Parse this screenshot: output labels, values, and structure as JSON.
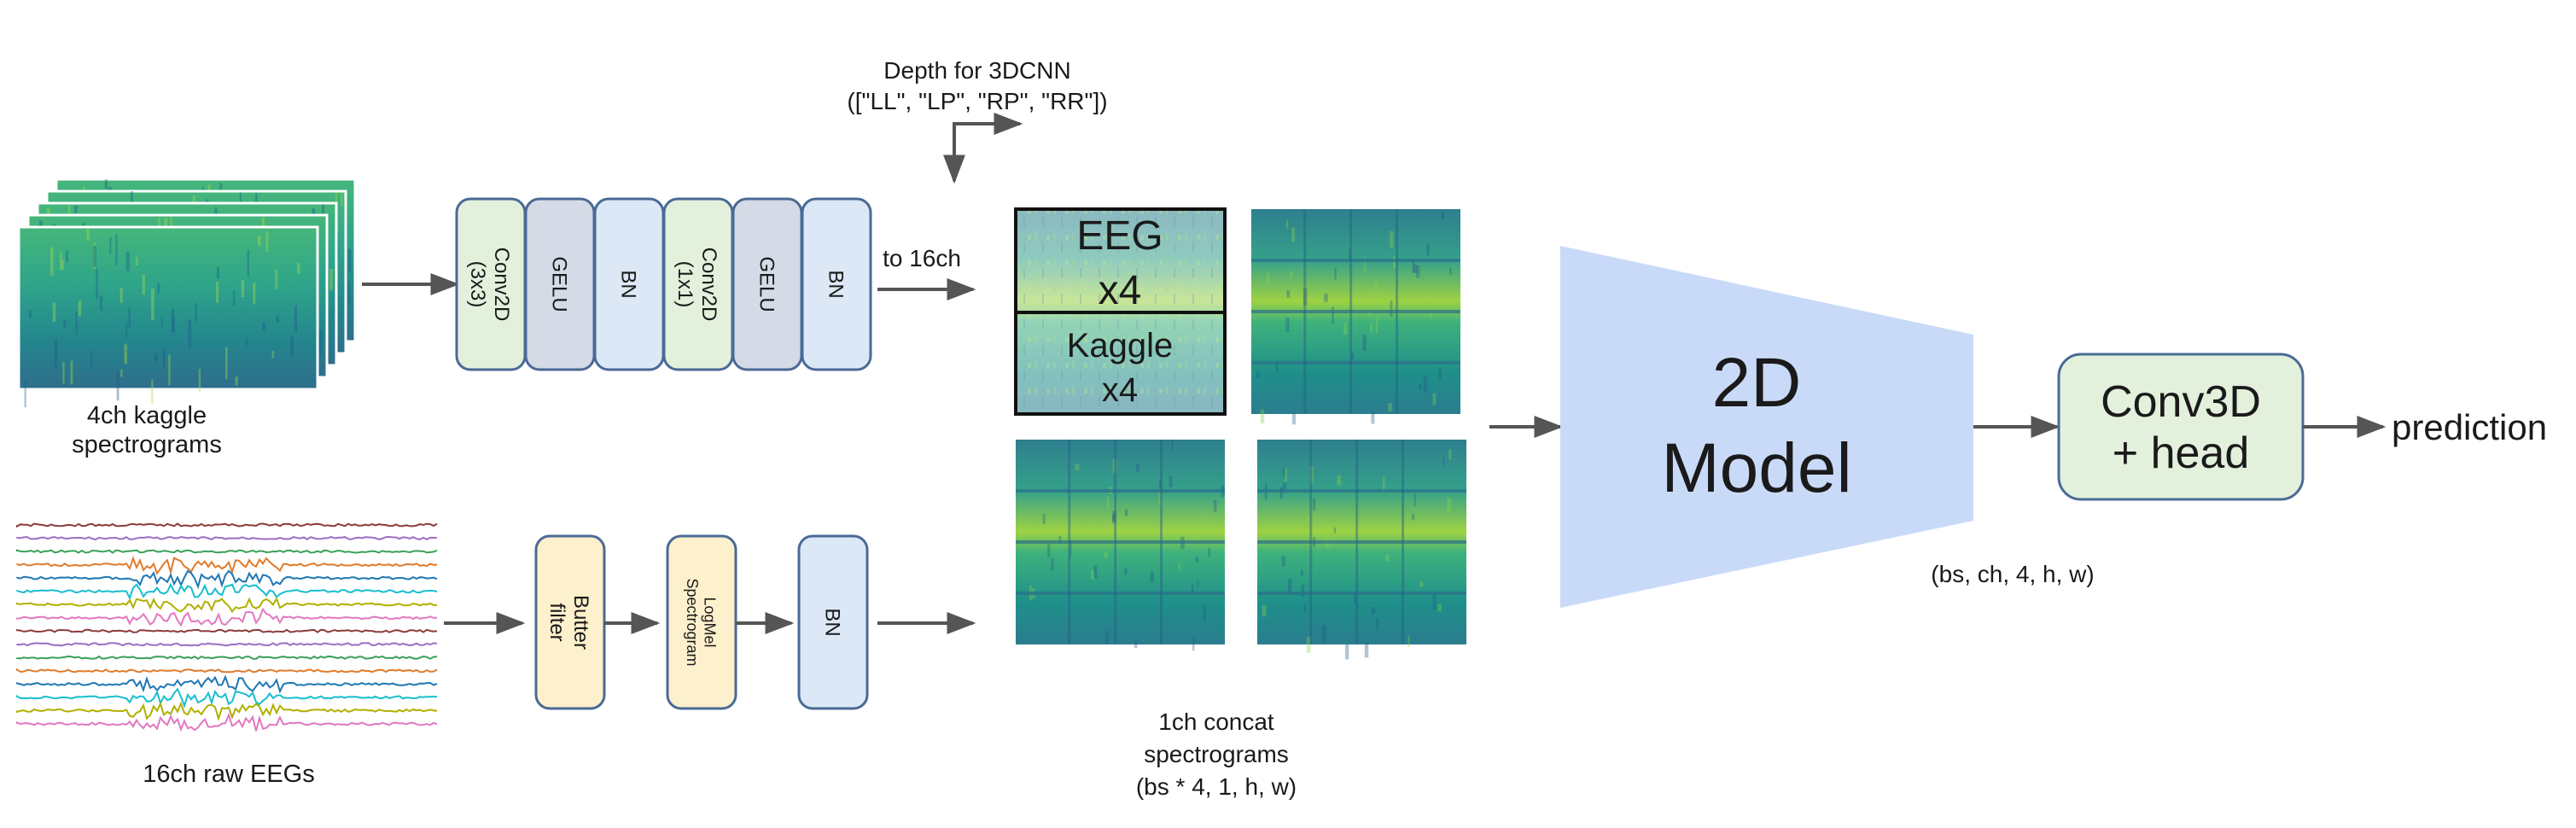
{
  "labels": {
    "depth_line1": "Depth for 3DCNN",
    "depth_line2": "([\"LL\", \"LP\", \"RP\", \"RR\"])",
    "kaggle_line1": "4ch kaggle",
    "kaggle_line2": "spectrograms",
    "eeg_raw": "16ch raw EEGs",
    "to16": "to 16ch",
    "concat_line1": "1ch concat",
    "concat_line2": "spectrograms",
    "concat_line3": "(bs * 4, 1, h, w)",
    "shape": "(bs, ch, 4, h, w)",
    "prediction": "prediction"
  },
  "conv_blocks_top": [
    {
      "line1": "Conv2D",
      "line2": "(3x3)",
      "fill": "#e3f0dc"
    },
    {
      "line1": "GELU",
      "line2": "",
      "fill": "#d4dae6"
    },
    {
      "line1": "BN",
      "line2": "",
      "fill": "#dce8f6"
    },
    {
      "line1": "Conv2D",
      "line2": "(1x1)",
      "fill": "#e3f0dc"
    },
    {
      "line1": "GELU",
      "line2": "",
      "fill": "#d4dae6"
    },
    {
      "line1": "BN",
      "line2": "",
      "fill": "#dce8f6"
    }
  ],
  "blocks_bottom": [
    {
      "line1": "Butter",
      "line2": "filter",
      "fill": "#fdf0cc"
    },
    {
      "line1": "LogMel",
      "line2": "Spectrogram",
      "fill": "#fdf0cc"
    },
    {
      "line1": "BN",
      "line2": "",
      "fill": "#dce8f6"
    }
  ],
  "mosaic": {
    "eeg_title": "EEG",
    "eeg_sub": "x4",
    "kaggle_title": "Kaggle",
    "kaggle_sub": "x4"
  },
  "model": {
    "line1": "2D",
    "line2": "Model",
    "fill": "#c9daf8"
  },
  "head": {
    "line1": "Conv3D",
    "line2": "+ head",
    "fill": "#e3f0dc"
  },
  "colors": {
    "arrow": "#555555",
    "block_stroke": "#4a6a96",
    "eeg_traces": [
      "#8c3b3b",
      "#9a6fc4",
      "#3aa05a",
      "#e07b2a",
      "#1f77b4",
      "#17becf",
      "#b0b000",
      "#e377c2"
    ]
  }
}
